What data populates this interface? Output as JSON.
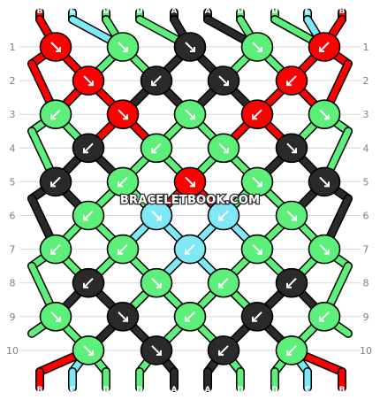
{
  "colors": {
    "A": "#2a2a2a",
    "B": "#ff0000",
    "C": "#7ee8f7",
    "D": "#5cf07a",
    "outline": "#000000",
    "guide": "#d9d9d9",
    "arrow": "#ffffff"
  },
  "watermark": "BRACELETBOOK.COM",
  "strings_top": [
    "B",
    "C",
    "D",
    "D",
    "A",
    "A",
    "D",
    "D",
    "C",
    "B"
  ],
  "strings_bottom": [
    "B",
    "C",
    "D",
    "D",
    "A",
    "A",
    "D",
    "D",
    "C",
    "B"
  ],
  "rows": [
    {
      "label": "1",
      "knots": [
        {
          "c": "B",
          "dir": "right"
        },
        {
          "c": "D",
          "dir": "right"
        },
        {
          "c": "A",
          "dir": "right"
        },
        {
          "c": "D",
          "dir": "right"
        },
        {
          "c": "B",
          "dir": "left"
        }
      ]
    },
    {
      "label": "2",
      "knots": [
        {
          "c": "B",
          "dir": "right"
        },
        {
          "c": "A",
          "dir": "left"
        },
        {
          "c": "A",
          "dir": "right"
        },
        {
          "c": "B",
          "dir": "left"
        }
      ]
    },
    {
      "label": "3",
      "knots": [
        {
          "c": "D",
          "dir": "left"
        },
        {
          "c": "B",
          "dir": "right"
        },
        {
          "c": "D",
          "dir": "right"
        },
        {
          "c": "B",
          "dir": "left"
        },
        {
          "c": "D",
          "dir": "right"
        }
      ]
    },
    {
      "label": "4",
      "knots": [
        {
          "c": "A",
          "dir": "left"
        },
        {
          "c": "D",
          "dir": "left"
        },
        {
          "c": "D",
          "dir": "right"
        },
        {
          "c": "A",
          "dir": "right"
        }
      ]
    },
    {
      "label": "5",
      "knots": [
        {
          "c": "A",
          "dir": "left"
        },
        {
          "c": "D",
          "dir": "left"
        },
        {
          "c": "B",
          "dir": "right"
        },
        {
          "c": "D",
          "dir": "right"
        },
        {
          "c": "A",
          "dir": "right"
        }
      ]
    },
    {
      "label": "6",
      "knots": [
        {
          "c": "D",
          "dir": "left"
        },
        {
          "c": "C",
          "dir": "right"
        },
        {
          "c": "C",
          "dir": "left"
        },
        {
          "c": "D",
          "dir": "right"
        }
      ]
    },
    {
      "label": "7",
      "knots": [
        {
          "c": "D",
          "dir": "left"
        },
        {
          "c": "D",
          "dir": "left"
        },
        {
          "c": "C",
          "dir": "left"
        },
        {
          "c": "D",
          "dir": "right"
        },
        {
          "c": "D",
          "dir": "right"
        }
      ]
    },
    {
      "label": "8",
      "knots": [
        {
          "c": "A",
          "dir": "left"
        },
        {
          "c": "D",
          "dir": "right"
        },
        {
          "c": "D",
          "dir": "left"
        },
        {
          "c": "A",
          "dir": "left"
        }
      ]
    },
    {
      "label": "9",
      "knots": [
        {
          "c": "D",
          "dir": "right"
        },
        {
          "c": "A",
          "dir": "right"
        },
        {
          "c": "D",
          "dir": "left"
        },
        {
          "c": "A",
          "dir": "left"
        },
        {
          "c": "D",
          "dir": "left"
        }
      ]
    },
    {
      "label": "10",
      "knots": [
        {
          "c": "D",
          "dir": "right"
        },
        {
          "c": "A",
          "dir": "right"
        },
        {
          "c": "A",
          "dir": "left"
        },
        {
          "c": "D",
          "dir": "left"
        }
      ]
    }
  ]
}
